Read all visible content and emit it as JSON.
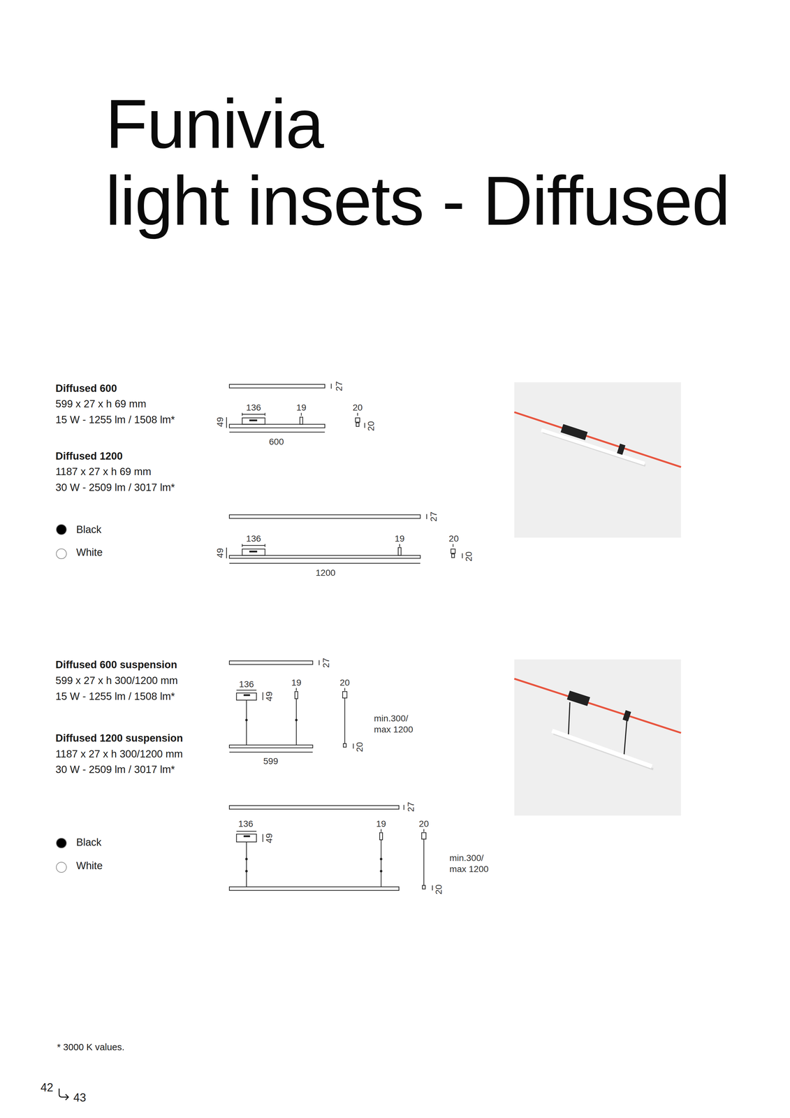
{
  "diagram": {
    "title": "Funivia light insets - Diffused",
    "labels": [
      "Diffused 600",
      "599 x 27 x h 69 mm",
      "15 W - 1255 lm / 1508 lm*",
      "Diffused 1200",
      "1187 x 27 x h 69 mm",
      "30 W - 2509 lm / 3017 lm*",
      "27",
      "136",
      "19",
      "20",
      "49",
      "20",
      "600",
      "27",
      "136",
      "19",
      "20",
      "49",
      "20",
      "1200",
      "Diffused 600 suspension",
      "599 x 27 x h 300/1200 mm",
      "15 W - 1255 lm / 1508 lm*",
      "Diffused 1200 suspension",
      "1187 x 27 x h 300/1200 mm",
      "30 W - 2509 lm / 3017 lm*",
      "27",
      "136",
      "19",
      "20",
      "49",
      "min.300/ max 1200",
      "20",
      "599",
      "27",
      "136",
      "19",
      "20",
      "49",
      "min.300/ max 1200",
      "20",
      "* 3000 K values.",
      "42",
      "43"
    ],
    "legend": [
      {
        "text": "Black",
        "color": "#000000"
      },
      {
        "text": "White",
        "color": "#ffffff"
      },
      {
        "text": "Black",
        "color": "#000000"
      },
      {
        "text": "White",
        "color": "#ffffff"
      }
    ]
  }
}
